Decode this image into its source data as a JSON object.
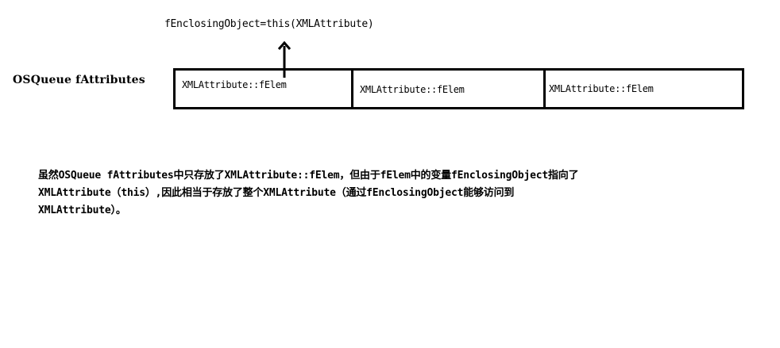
{
  "diagram": {
    "top_label": "fEnclosingObject=this(XMLAttribute)",
    "queue_label": "OSQueue fAttributes",
    "cells": [
      {
        "label": "XMLAttribute::fElem"
      },
      {
        "label": "XMLAttribute::fElem"
      },
      {
        "label": "XMLAttribute::fElem"
      }
    ]
  },
  "description": {
    "lines": [
      "虽然OSQueue fAttributes中只存放了XMLAttribute::fElem，但由于fElem中的变量fEnclosingObject指向了",
      "XMLAttribute（this）,因此相当于存放了整个XMLAttribute（通过fEnclosingObject能够访问到",
      "XMLAttribute）。"
    ]
  },
  "colors": {
    "foreground": "#000000",
    "background": "#ffffff"
  }
}
